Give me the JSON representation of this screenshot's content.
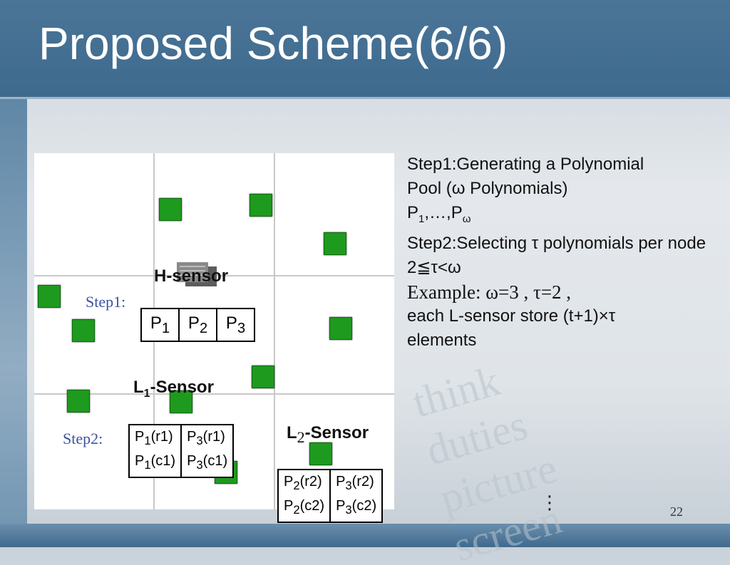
{
  "slide": {
    "title": "Proposed Scheme(6/6)",
    "page_number": "22",
    "watermark_lines": [
      "think",
      "duties",
      "picture",
      "screen"
    ]
  },
  "diagram": {
    "h_sensor_label": "H-sensor",
    "l1_label_main": "L",
    "l1_label_sub": "1",
    "l1_label_rest": "-Sensor",
    "l2_label_main": "L",
    "l2_label_sub": "2",
    "l2_label_rest": "-Sensor",
    "step1_label": "Step1:",
    "step2_label": "Step2:",
    "pool": [
      {
        "main": "P",
        "sub": "1"
      },
      {
        "main": "P",
        "sub": "2"
      },
      {
        "main": "P",
        "sub": "3"
      }
    ],
    "l1_table": [
      [
        {
          "main": "P",
          "sub": "1",
          "rest": "(r1)"
        },
        {
          "main": "P",
          "sub": "3",
          "rest": "(r1)"
        }
      ],
      [
        {
          "main": "P",
          "sub": "1",
          "rest": "(c1)"
        },
        {
          "main": "P",
          "sub": "3",
          "rest": "(c1)"
        }
      ]
    ],
    "l2_table": [
      [
        {
          "main": "P",
          "sub": "2",
          "rest": "(r2)"
        },
        {
          "main": "P",
          "sub": "3",
          "rest": "(r2)"
        }
      ],
      [
        {
          "main": "P",
          "sub": "2",
          "rest": "(c2)"
        },
        {
          "main": "P",
          "sub": "3",
          "rest": "(c2)"
        }
      ]
    ],
    "colors": {
      "sensor_node": "#1e9a1e",
      "step_label": "#3a53a0"
    },
    "icons": {
      "h_sensor": "h-sensor-icon",
      "node": "sensor-node-icon"
    }
  },
  "text": {
    "step1_line1": "Step1:Generating a Polynomial",
    "step1_line2": "Pool (ω Polynomials)",
    "pool_range": {
      "pre": " P",
      "sub1": "1",
      "mid": ",…,P",
      "sub2": "ω"
    },
    "step2_line1": "Step2:Selecting τ polynomials per node",
    "step2_line2": "2≦τ<ω",
    "example": "Example:  ω=3 , τ=2 ,",
    "store_line1": "each L-sensor store (t+1)×τ",
    "store_line2": "elements",
    "continuation": "⋮"
  }
}
